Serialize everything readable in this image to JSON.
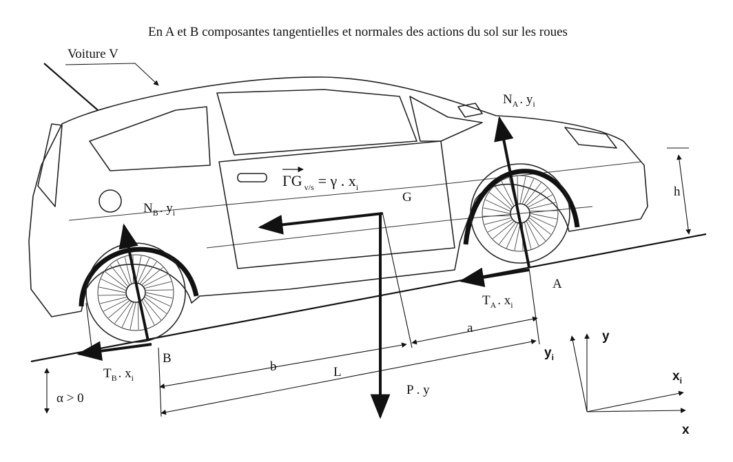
{
  "caption": "En A et B composantes tangentielles et normales des actions du sol sur les roues",
  "car_label": "Voiture V",
  "points": {
    "A": "A",
    "B": "B",
    "G": "G"
  },
  "forces": {
    "NA": {
      "sym": "N",
      "sub": "A",
      "vec": ". y",
      "idx": "i"
    },
    "NB": {
      "sym": "N",
      "sub": "B",
      "vec": ". y",
      "idx": "i"
    },
    "TA": {
      "sym": "T",
      "sub": "A",
      "vec": ". x",
      "idx": "i"
    },
    "TB": {
      "sym": "T",
      "sub": "B",
      "vec": ". x",
      "idx": "i"
    },
    "weight": "P . y"
  },
  "acceleration": {
    "gamma_sym": "ΓG",
    "subscript": "v/s",
    "rhs": "= γ . x",
    "idx": "i"
  },
  "dimensions": {
    "h": "h",
    "a": "a",
    "b": "b",
    "L": "L"
  },
  "angle": "α > 0",
  "axes": {
    "y": "y",
    "yi": "y",
    "yi_idx": "i",
    "x": "x",
    "xi": "x",
    "xi_idx": "i"
  },
  "colors": {
    "ink": "#111111",
    "background": "#ffffff"
  }
}
